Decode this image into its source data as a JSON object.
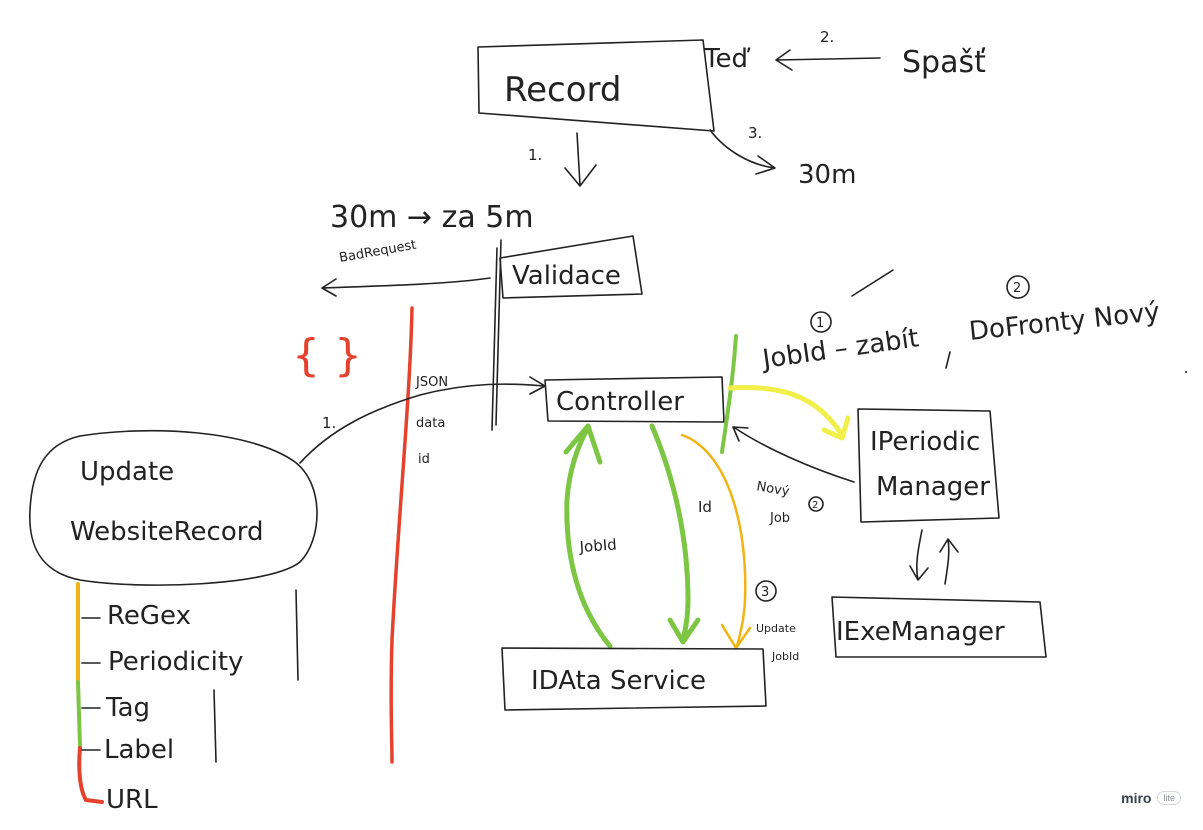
{
  "colors": {
    "ink": "#222222",
    "red": "#e5412d",
    "green": "#7cc644",
    "yellow": "#f1ef4a",
    "orange": "#f2b312"
  },
  "labels": {
    "record": "Record",
    "ted": "Teď",
    "step2": "2.",
    "spast": "Spašť",
    "step3": "3.",
    "m30": "30m",
    "step1_top": "1.",
    "retry": "30m → za 5m",
    "bad_request": "BadRequest",
    "validace": "Validace",
    "braces": "{ }",
    "json": "JSON",
    "data": "data",
    "id_left": "id",
    "step1_left": "1.",
    "controller": "Controller",
    "circle1": "1",
    "circle2": "2",
    "jobid_zabit": "JobId – zabít",
    "do_fronty": "DoFronty Nový",
    "iperiodic": "IPeriodic",
    "manager": "Manager",
    "novy": "Nový",
    "job": "Job",
    "circle2b": "2",
    "id_mid": "Id",
    "jobid_left": "JobId",
    "circle3": "3",
    "update": "Update",
    "jobid_small": "JobId",
    "idata_service": "IDAta Service",
    "iexe_manager": "IExeManager",
    "update_website": "Update",
    "website_record": "WebsiteRecord",
    "regex": "ReGex",
    "periodicity": "Periodicity",
    "tag": "Tag",
    "label": "Label",
    "url": "URL"
  },
  "brand": {
    "logo": "miro",
    "tag": "lite"
  }
}
